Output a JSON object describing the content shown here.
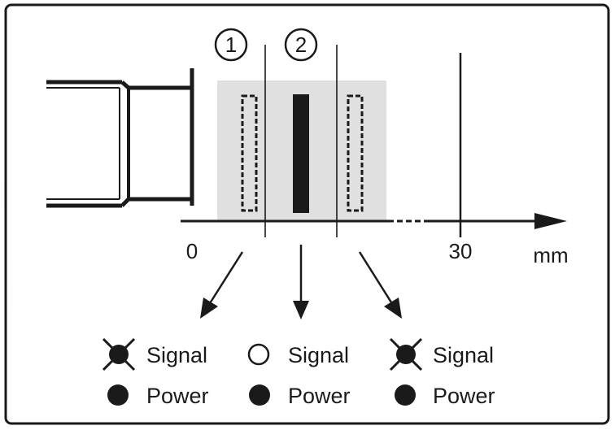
{
  "zones": [
    {
      "number": "1"
    },
    {
      "number": "2"
    }
  ],
  "axis": {
    "tick_zero": "0",
    "tick_thirty": "30",
    "unit": "mm"
  },
  "legend": {
    "left": {
      "signal": "Signal",
      "signal_state": "off",
      "power": "Power",
      "power_state": "on"
    },
    "center": {
      "signal": "Signal",
      "signal_state": "on",
      "power": "Power",
      "power_state": "on"
    },
    "right": {
      "signal": "Signal",
      "signal_state": "off",
      "power": "Power",
      "power_state": "on"
    }
  },
  "colors": {
    "ink": "#1a1a1a",
    "zone_fill": "#e0e0e0",
    "background": "#ffffff"
  }
}
